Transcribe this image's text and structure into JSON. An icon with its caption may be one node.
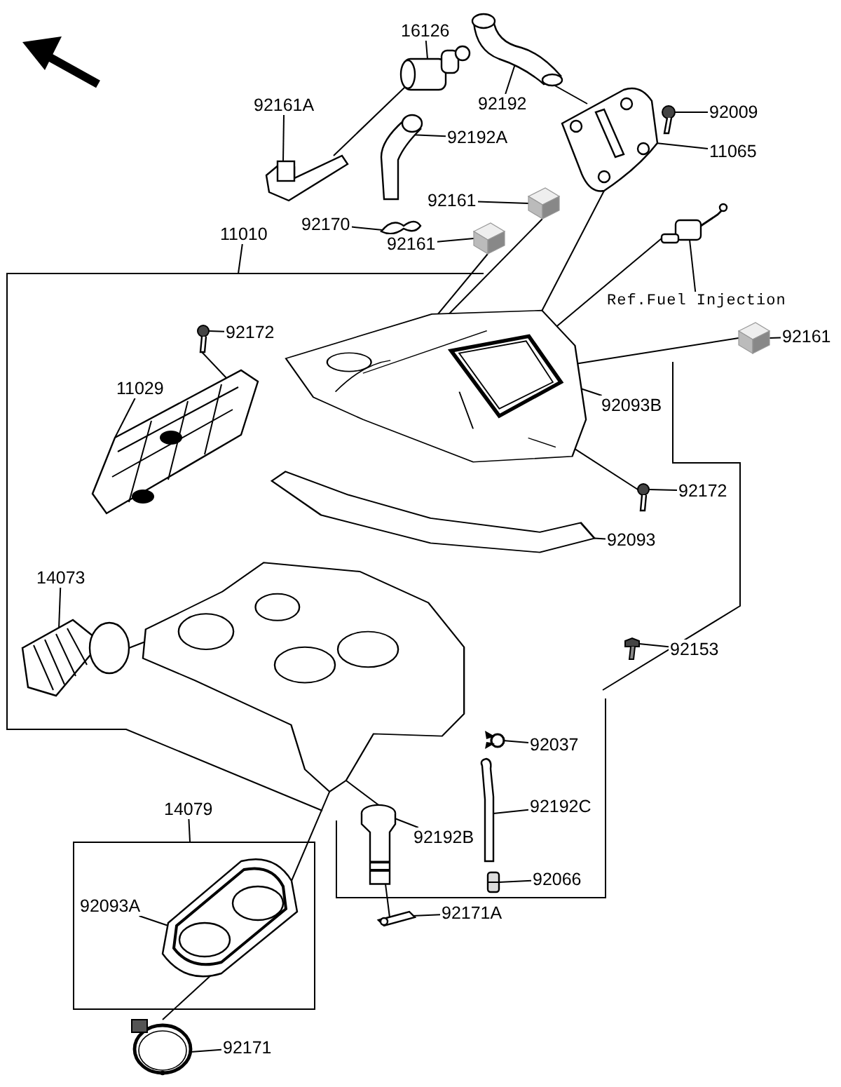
{
  "diagram": {
    "nodes": [
      {
        "text": [
          "16126"
        ]
      },
      {
        "text": [
          "92161A"
        ]
      },
      {
        "text": [
          "92192"
        ]
      },
      {
        "text": [
          "92009"
        ]
      },
      {
        "text": [
          "92192A"
        ]
      },
      {
        "text": [
          "11065"
        ]
      },
      {
        "text": [
          "92161"
        ]
      },
      {
        "text": [
          "92170"
        ]
      },
      {
        "text": [
          "92161"
        ]
      },
      {
        "text": [
          "11010"
        ]
      },
      {
        "text": [
          "Ref.Fuel Injection"
        ]
      },
      {
        "text": [
          "92172"
        ]
      },
      {
        "text": [
          "92161"
        ]
      },
      {
        "text": [
          "11029"
        ]
      },
      {
        "text": [
          "92093B"
        ]
      },
      {
        "text": [
          "92172"
        ]
      },
      {
        "text": [
          "14073"
        ]
      },
      {
        "text": [
          "92093"
        ]
      },
      {
        "text": [
          "92153"
        ]
      },
      {
        "text": [
          "92037"
        ]
      },
      {
        "text": [
          "92192C"
        ]
      },
      {
        "text": [
          "14079"
        ]
      },
      {
        "text": [
          "92192B"
        ]
      },
      {
        "text": [
          "92093A"
        ],
        "in": 54
      },
      {
        "text": [
          "92066"
        ]
      },
      {
        "text": [
          "92171A"
        ]
      },
      {
        "text": [
          "92171"
        ]
      },
      {
        "text": [],
        "shape": "picture"
      },
      {
        "text": [],
        "shape": "picture"
      },
      {
        "text": [],
        "shape": "picture"
      },
      {
        "text": [],
        "shape": "picture"
      },
      {
        "text": [],
        "shape": "picture"
      },
      {
        "text": [],
        "shape": "picture"
      },
      {
        "text": [],
        "shape": "picture"
      },
      {
        "text": [],
        "shape": "picture"
      },
      {
        "text": [],
        "shape": "picture"
      },
      {
        "text": [],
        "shape": "picture"
      },
      {
        "text": [],
        "shape": "picture"
      },
      {
        "text": [],
        "shape": "picture"
      },
      {
        "text": [],
        "shape": "picture"
      },
      {
        "text": [],
        "shape": "picture"
      },
      {
        "text": [],
        "shape": "picture",
        "in": 40
      },
      {
        "text": [],
        "shape": "picture"
      },
      {
        "text": [],
        "shape": "picture"
      },
      {
        "text": [],
        "shape": "picture"
      },
      {
        "text": [],
        "shape": "picture"
      },
      {
        "text": [],
        "shape": "picture"
      },
      {
        "text": [],
        "shape": "picture"
      },
      {
        "text": [],
        "shape": "picture"
      },
      {
        "text": [],
        "shape": "picture"
      },
      {
        "text": [],
        "shape": "picture",
        "in": 54
      },
      {
        "text": [],
        "shape": "picture"
      },
      {
        "text": [],
        "shape": "picture"
      },
      {
        "text": [],
        "shape": "picture"
      },
      {
        "text": [],
        "shape": "box"
      }
    ],
    "edges": [
      {
        "from": 0,
        "to": 27,
        "arrow": "none"
      },
      {
        "from": 1,
        "to": 28,
        "arrow": "none"
      },
      {
        "from": 2,
        "to": 29,
        "arrow": "none"
      },
      {
        "from": 3,
        "to": 30,
        "arrow": "none"
      },
      {
        "from": 4,
        "to": 31,
        "arrow": "none"
      },
      {
        "from": 5,
        "to": 32,
        "arrow": "none"
      },
      {
        "from": 6,
        "to": 33,
        "arrow": "none"
      },
      {
        "from": 7,
        "to": 34,
        "arrow": "none"
      },
      {
        "from": 8,
        "to": 35,
        "arrow": "none"
      },
      {
        "from": 9,
        "to": null,
        "arrow": "none"
      },
      {
        "from": 10,
        "to": 36,
        "arrow": "none"
      },
      {
        "from": 11,
        "to": 37,
        "arrow": "none"
      },
      {
        "from": 12,
        "to": 38,
        "arrow": "none"
      },
      {
        "from": 13,
        "to": 39,
        "arrow": "none"
      },
      {
        "from": 14,
        "to": 41,
        "arrow": "none"
      },
      {
        "from": 15,
        "to": 43,
        "arrow": "none"
      },
      {
        "from": 16,
        "to": 44,
        "arrow": "none"
      },
      {
        "from": 17,
        "to": 42,
        "arrow": "none"
      },
      {
        "from": 18,
        "to": 46,
        "arrow": "none"
      },
      {
        "from": 19,
        "to": 47,
        "arrow": "none"
      },
      {
        "from": 20,
        "to": 48,
        "arrow": "none"
      },
      {
        "from": 21,
        "to": 54,
        "arrow": "none"
      },
      {
        "from": 22,
        "to": 49,
        "arrow": "none"
      },
      {
        "from": 23,
        "to": 50,
        "arrow": "none"
      },
      {
        "from": 24,
        "to": 51,
        "arrow": "none"
      },
      {
        "from": 25,
        "to": 52,
        "arrow": "none"
      },
      {
        "from": 26,
        "to": 53,
        "arrow": "none"
      },
      {
        "from": 28,
        "to": 27,
        "arrow": "none"
      },
      {
        "from": 29,
        "to": 32,
        "arrow": "none"
      },
      {
        "from": 33,
        "to": 40,
        "arrow": "none"
      },
      {
        "from": 35,
        "to": 40,
        "arrow": "none"
      },
      {
        "from": 32,
        "to": 41,
        "arrow": "none"
      },
      {
        "from": 36,
        "to": 40,
        "arrow": "none"
      },
      {
        "from": 38,
        "to": 40,
        "arrow": "none"
      },
      {
        "from": 37,
        "to": 39,
        "arrow": "none"
      },
      {
        "from": 43,
        "to": 40,
        "arrow": "none"
      },
      {
        "from": 44,
        "to": 45,
        "arrow": "none"
      },
      {
        "from": 45,
        "to": 50,
        "arrow": "none"
      },
      {
        "from": 53,
        "to": 50,
        "arrow": "none"
      },
      {
        "from": 52,
        "to": 49,
        "arrow": "none"
      },
      {
        "from": 49,
        "to": 45,
        "arrow": "none"
      }
    ]
  }
}
